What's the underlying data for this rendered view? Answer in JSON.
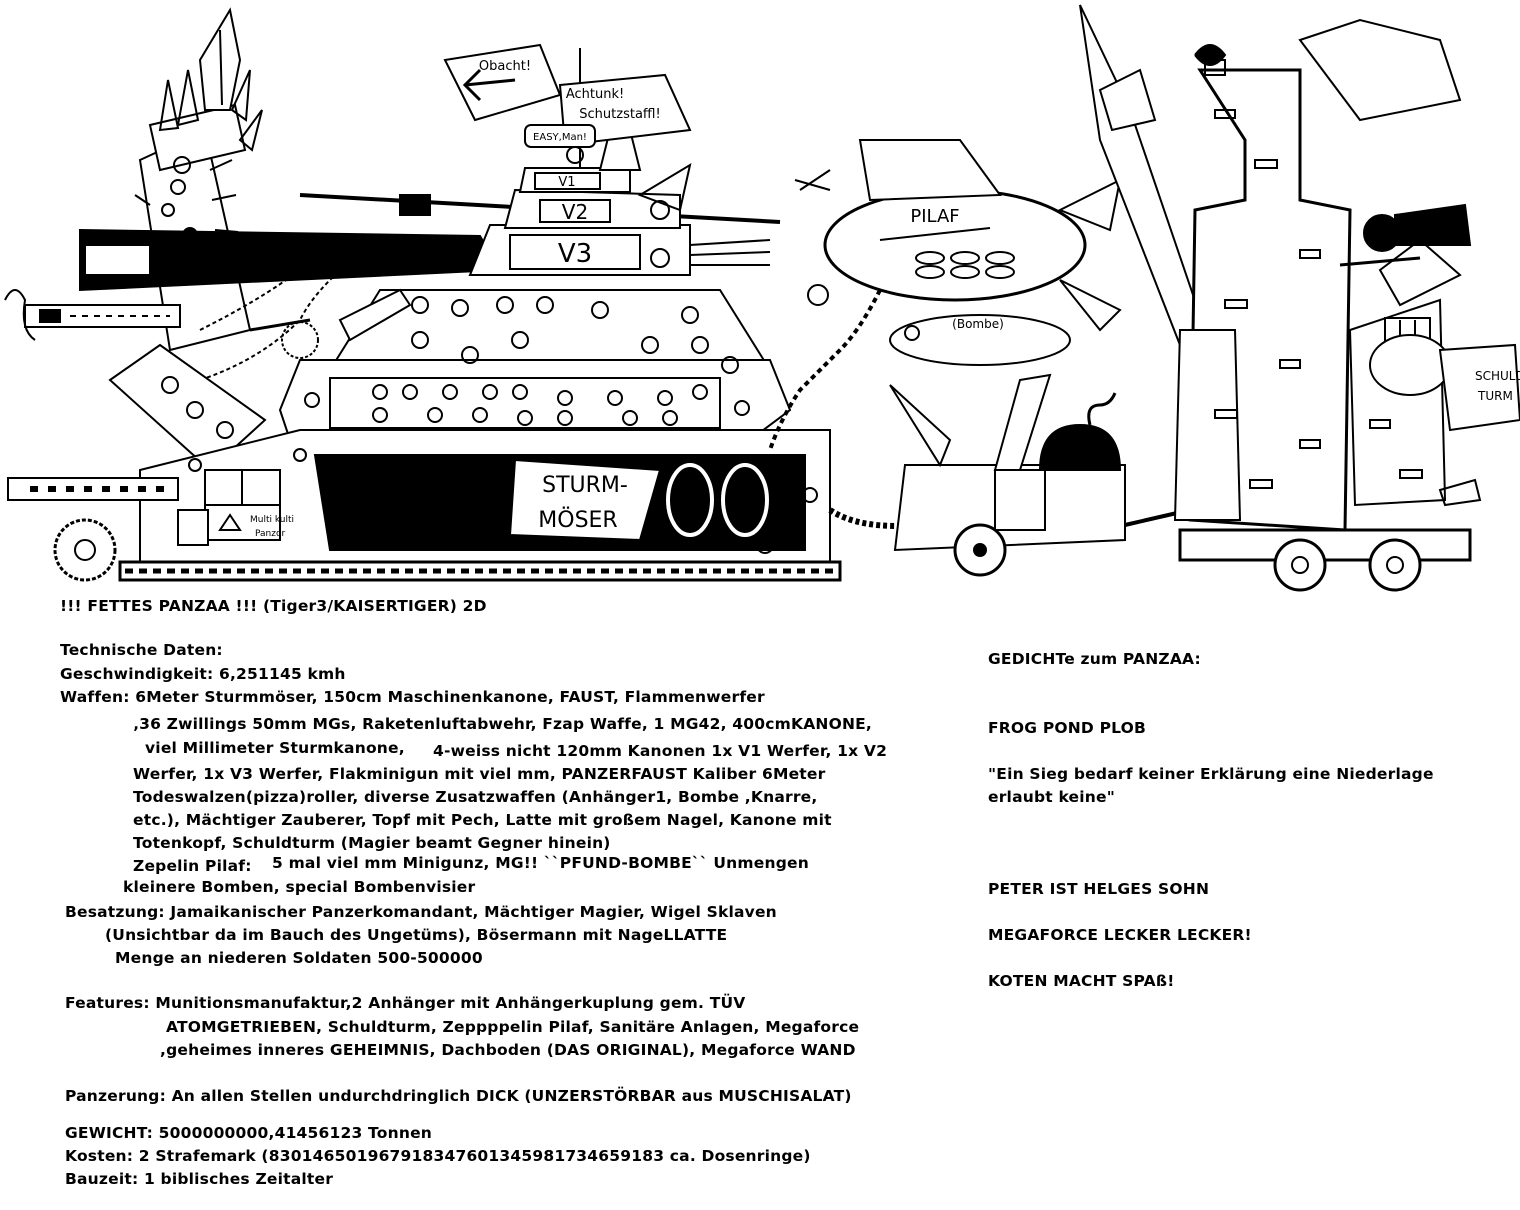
{
  "drawing": {
    "signs": {
      "obacht": "Obacht!",
      "achtung_1": "Achtunk!",
      "achtung_2": "Schutzstaffl!",
      "easy": "EASY,Man!",
      "v1": "V1",
      "v2": "V2",
      "v3": "V3",
      "pilaf": "PILAF",
      "bombe": "(Bombe)",
      "sturm_1": "STURM-",
      "sturm_2": "MÖSER",
      "multikulti_1": "Multi kulti",
      "multikulti_2": "Panzor",
      "schuldturm_1": "SCHULD",
      "schuldturm_2": "TURM"
    }
  },
  "spec": {
    "title": "!!! FETTES PANZAA !!! (Tiger3/KAISERTIGER)   2D",
    "heading": "Technische Daten:",
    "speed": "Geschwindigkeit: 6,251145 kmh",
    "weapons": [
      "Waffen: 6Meter Sturmmöser, 150cm Maschinenkanone, FAUST, Flammenwerfer",
      "‚36 Zwillings 50mm MGs, Raketenluftabwehr, Fzap Waffe, 1 MG42, 400cmKANONE,",
      "viel Millimeter Sturmkanone,",
      "4-weiss nicht 120mm Kanonen 1x V1 Werfer, 1x V2",
      "Werfer, 1x V3 Werfer, Flakminigun mit viel mm, PANZERFAUST Kaliber 6Meter",
      "Todeswalzen(pizza)roller, diverse Zusatzwaffen  (Anhänger1, Bombe ,Knarre,",
      "etc.), Mächtiger Zauberer, Topf mit Pech, Latte mit großem Nagel, Kanone mit",
      "Totenkopf, Schuldturm (Magier beamt Gegner hinein)",
      "Zepelin Pilaf:",
      "5 mal viel mm Minigunz, MG!! ``PFUND-BOMBE`` Unmengen",
      "kleinere Bomben, special Bombenvisier"
    ],
    "crew": [
      "Besatzung: Jamaikanischer Panzerkomandant, Mächtiger Magier, Wigel Sklaven",
      "(Unsichtbar da im Bauch des Ungetüms), Bösermann mit NageLLATTE",
      "Menge an niederen Soldaten 500-500000"
    ],
    "features": [
      "Features: Munitionsmanufaktur,2 Anhänger mit Anhängerkuplung gem. TÜV",
      "ATOMGETRIEBEN, Schuldturm, Zeppppelin Pilaf, Sanitäre Anlagen, Megaforce",
      ",geheimes inneres GEHEIMNIS, Dachboden (DAS ORIGINAL), Megaforce WAND"
    ],
    "armor": "Panzerung: An allen Stellen undurchdringlich DICK (UNZERSTÖRBAR aus MUSCHISALAT)",
    "weight": "GEWICHT: 5000000000,41456123 Tonnen",
    "cost": "Kosten: 2 Strafemark (830146501967918347601345981734659183 ca. Dosenringe)",
    "buildtime": "Bauzeit: 1 biblisches Zeitalter"
  },
  "poem": {
    "heading": "GEDICHTe zum PANZAA:",
    "title": "FROG POND PLOB",
    "quote_1": "\"Ein Sieg bedarf keiner Erklärung eine Niederlage",
    "quote_2": "erlaubt keine\"",
    "line_1": "PETER IST HELGES SOHN",
    "line_2": "MEGAFORCE LECKER LECKER!",
    "line_3": "KOTEN MACHT SPAß!"
  }
}
